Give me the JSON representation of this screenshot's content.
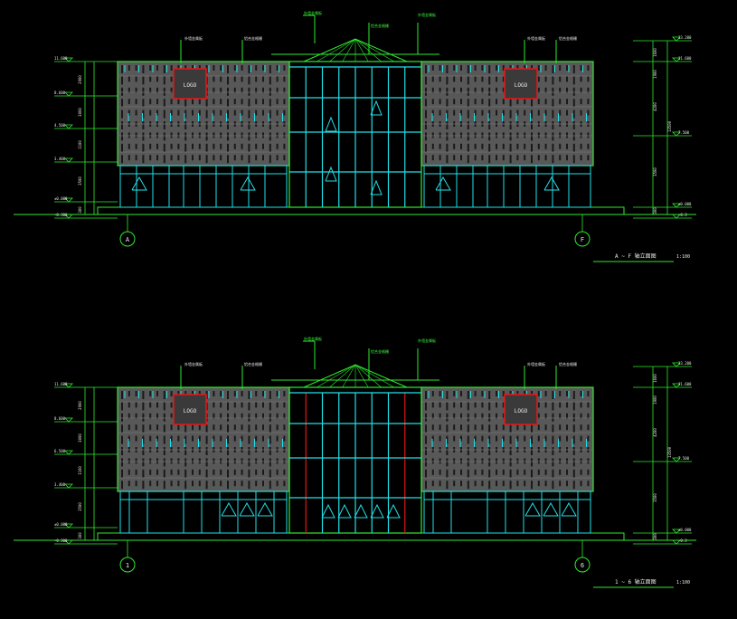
{
  "colors": {
    "background": "#000000",
    "outline_green": "#2eea2e",
    "glass_cyan": "#22e0e8",
    "panel_grey": "#585858",
    "logo_red": "#e01818",
    "text": "#e8e8e8"
  },
  "elevations": [
    {
      "id": "top",
      "logo_left": "LOGO",
      "logo_right": "LOGO",
      "grid_left": "A",
      "grid_right": "F",
      "title": "A ~ F 轴立面图",
      "scale": "1:100",
      "left_levels": [
        "11.600",
        "8.600",
        "4.500",
        "3.400",
        "±0.000",
        "-0.300"
      ],
      "right_levels": [
        "13.200",
        "11.600",
        "7.500",
        "±0.000",
        "-0.3"
      ],
      "right_dims": [
        "1600",
        "1900",
        "4200",
        "3500",
        "300"
      ],
      "right_total": "13500",
      "left_dims": [
        "2900",
        "3000",
        "1100",
        "3500",
        "300"
      ],
      "callouts_left": [
        "外墙金属板",
        "铝合金格栅"
      ],
      "callouts_right": [
        "外墙金属板",
        "铝合金格栅"
      ]
    },
    {
      "id": "bottom",
      "logo_left": "LOGO",
      "logo_right": "LOGO",
      "grid_left": "1",
      "grid_right": "6",
      "title": "1 ~ 6 轴立面图",
      "scale": "1:100",
      "left_levels": [
        "11.600",
        "8.600",
        "6.500",
        "3.400",
        "±0.000",
        "-0.300"
      ],
      "right_levels": [
        "13.200",
        "11.600",
        "7.500",
        "±0.000",
        "-0.3"
      ],
      "right_dims": [
        "1600",
        "1900",
        "4200",
        "3500",
        "300"
      ],
      "right_total": "13500",
      "left_dims": [
        "2900",
        "3000",
        "1100",
        "3500",
        "300"
      ],
      "callouts_left": [
        "外墙金属板",
        "铝合金格栅"
      ],
      "callouts_right": [
        "外墙金属板",
        "铝合金格栅"
      ]
    }
  ]
}
